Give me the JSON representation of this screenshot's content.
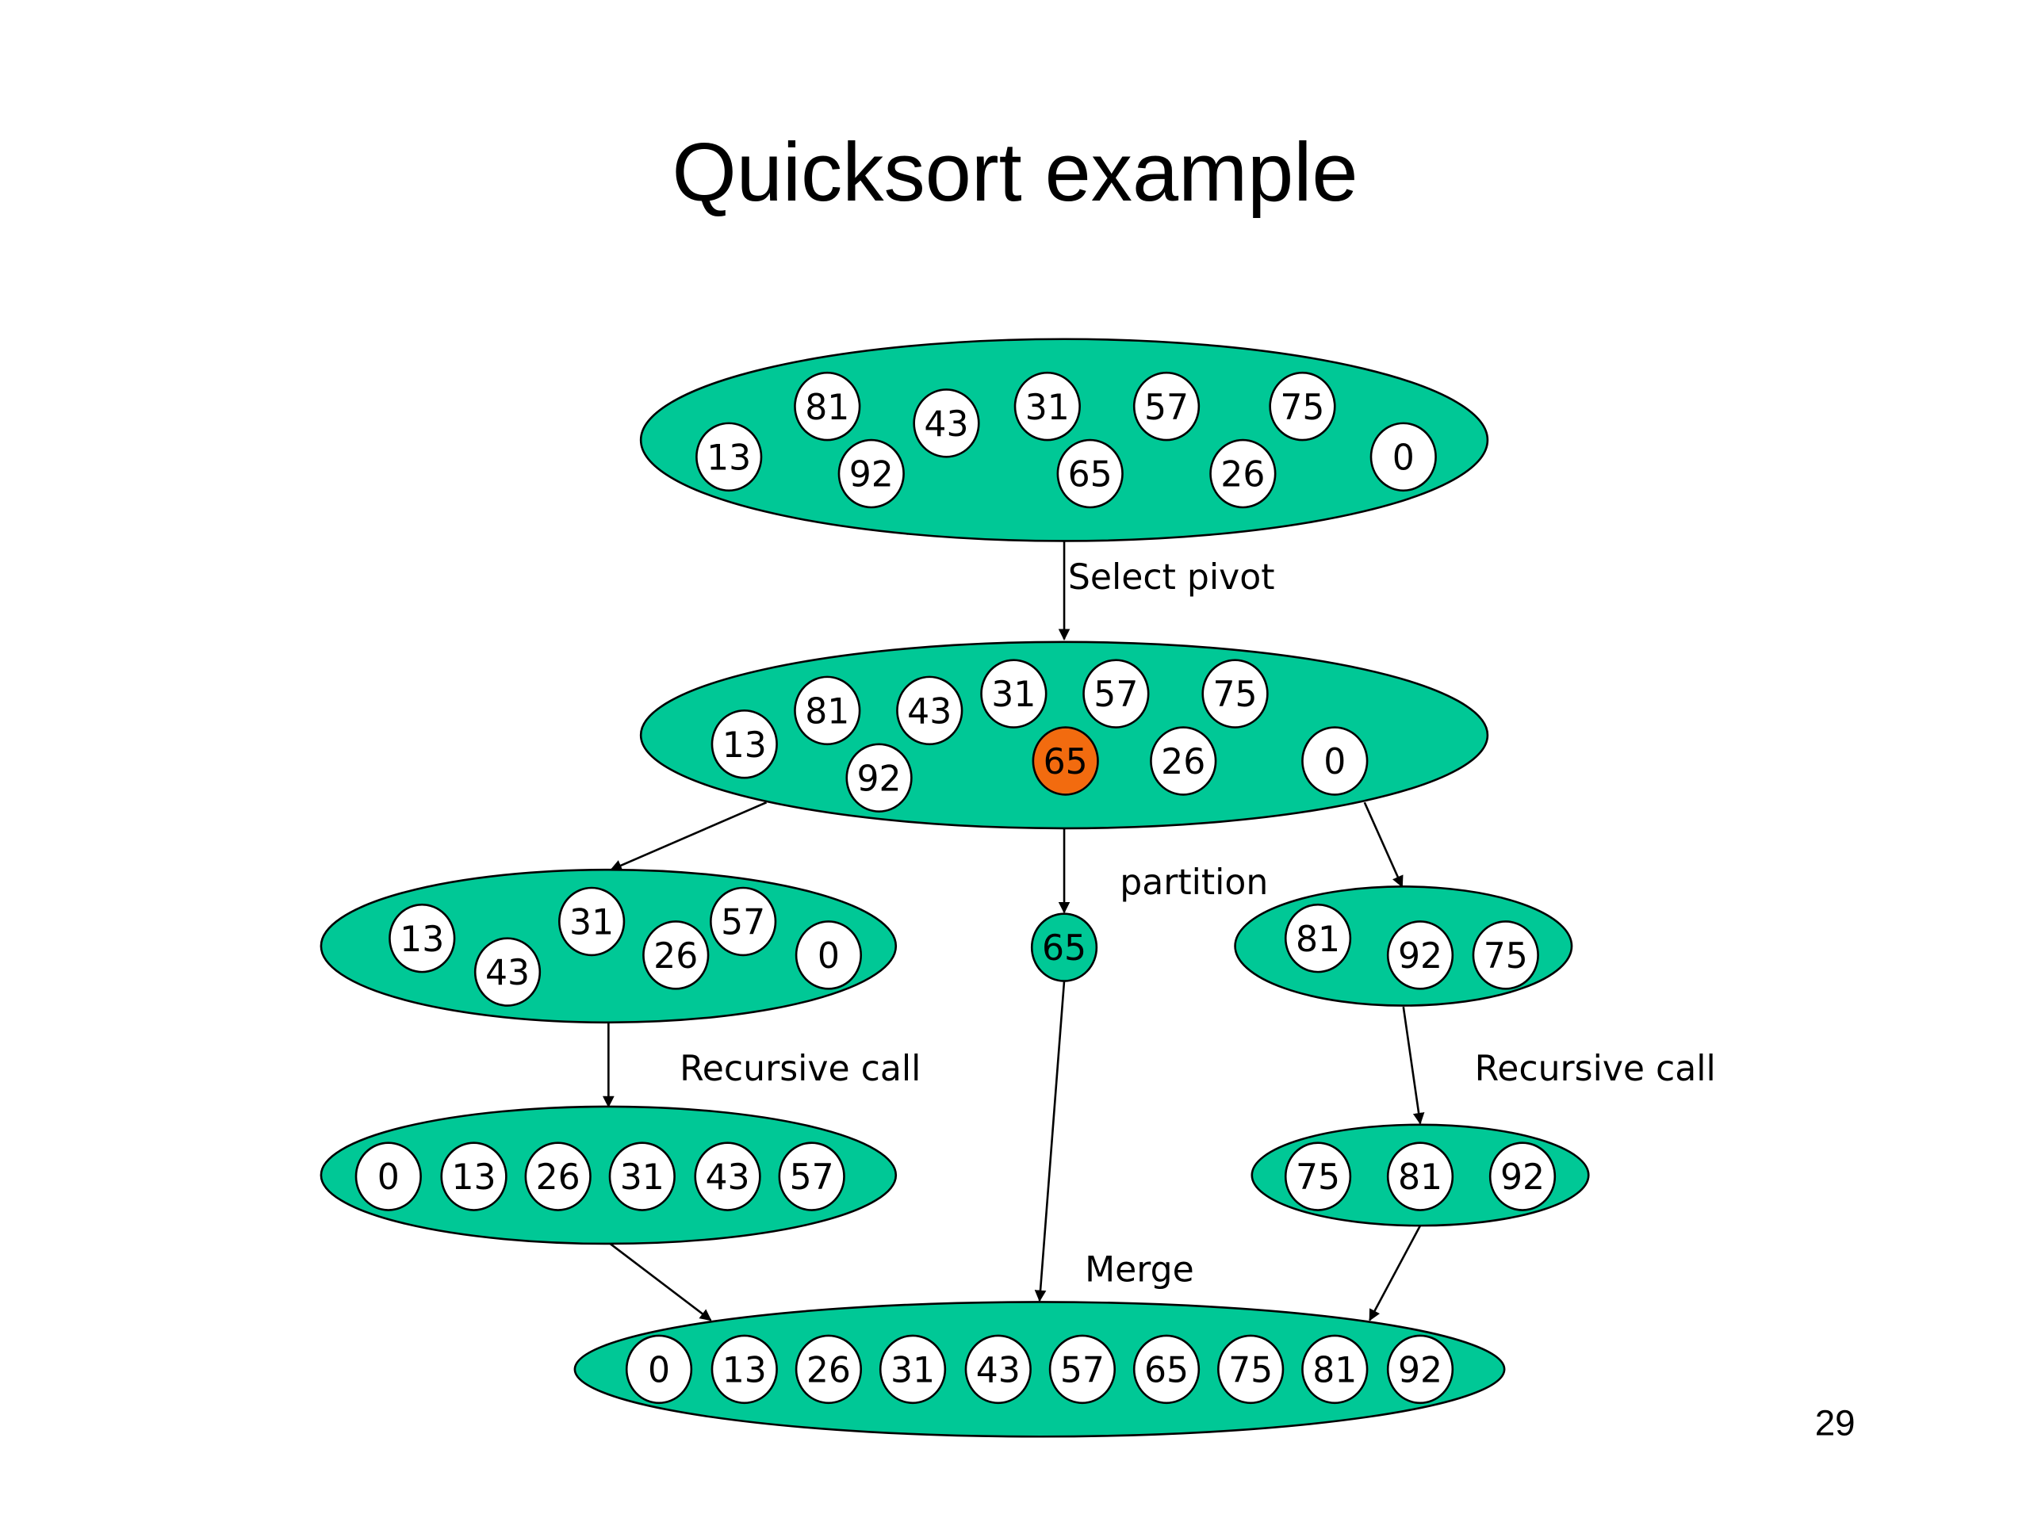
{
  "title": "Quicksort example",
  "page_number": "29",
  "colors": {
    "set_fill": "#00c896",
    "node_fill": "#ffffff",
    "pivot_fill": "#f26b0f",
    "stroke": "#000000"
  },
  "labels": {
    "select_pivot": "Select pivot",
    "partition": "partition",
    "recursive_call_left": "Recursive call",
    "recursive_call_right": "Recursive call",
    "merge": "Merge"
  },
  "sets": {
    "initial": [
      "81",
      "43",
      "31",
      "57",
      "75",
      "13",
      "92",
      "65",
      "26",
      "0"
    ],
    "with_pivot": [
      "81",
      "43",
      "31",
      "57",
      "75",
      "13",
      "92",
      "65",
      "26",
      "0"
    ],
    "pivot": "65",
    "left_partition": [
      "13",
      "43",
      "31",
      "26",
      "57",
      "0"
    ],
    "right_partition": [
      "81",
      "92",
      "75"
    ],
    "left_sorted": [
      "0",
      "13",
      "26",
      "31",
      "43",
      "57"
    ],
    "right_sorted": [
      "75",
      "81",
      "92"
    ],
    "merged": [
      "0",
      "13",
      "26",
      "31",
      "43",
      "57",
      "65",
      "75",
      "81",
      "92"
    ]
  }
}
